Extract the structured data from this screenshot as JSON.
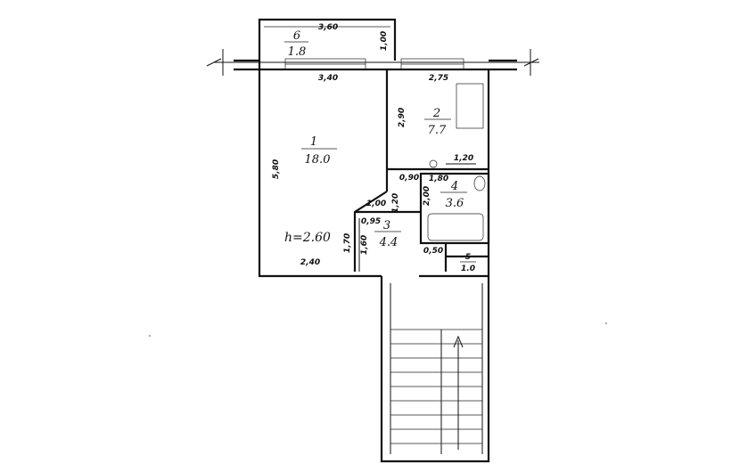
{
  "rooms": [
    {
      "id": "1",
      "area": "18.0"
    },
    {
      "id": "2",
      "area": "7.7"
    },
    {
      "id": "3",
      "area": "4.4"
    },
    {
      "id": "4",
      "area": "3.6"
    },
    {
      "id": "5",
      "area": "1.0"
    },
    {
      "id": "6",
      "area": "1.8"
    }
  ],
  "ceiling_height": "h=2.60",
  "dimensions": {
    "balcony_width": "3,60",
    "balcony_depth": "1,00",
    "room1_width": "3,40",
    "room1_length": "5,80",
    "room1_bottom": "2,40",
    "room2_width": "2,75",
    "room2_length": "2,90",
    "hall_a": "1,00",
    "hall_b": "0,95",
    "hall_c": "1,70",
    "hall_d": "1,60",
    "hall_e": "1,20",
    "corr_a": "0,90",
    "bath_a": "1,80",
    "bath_b": "2,00",
    "bath_c": "1,20",
    "wc_a": "0,50"
  }
}
